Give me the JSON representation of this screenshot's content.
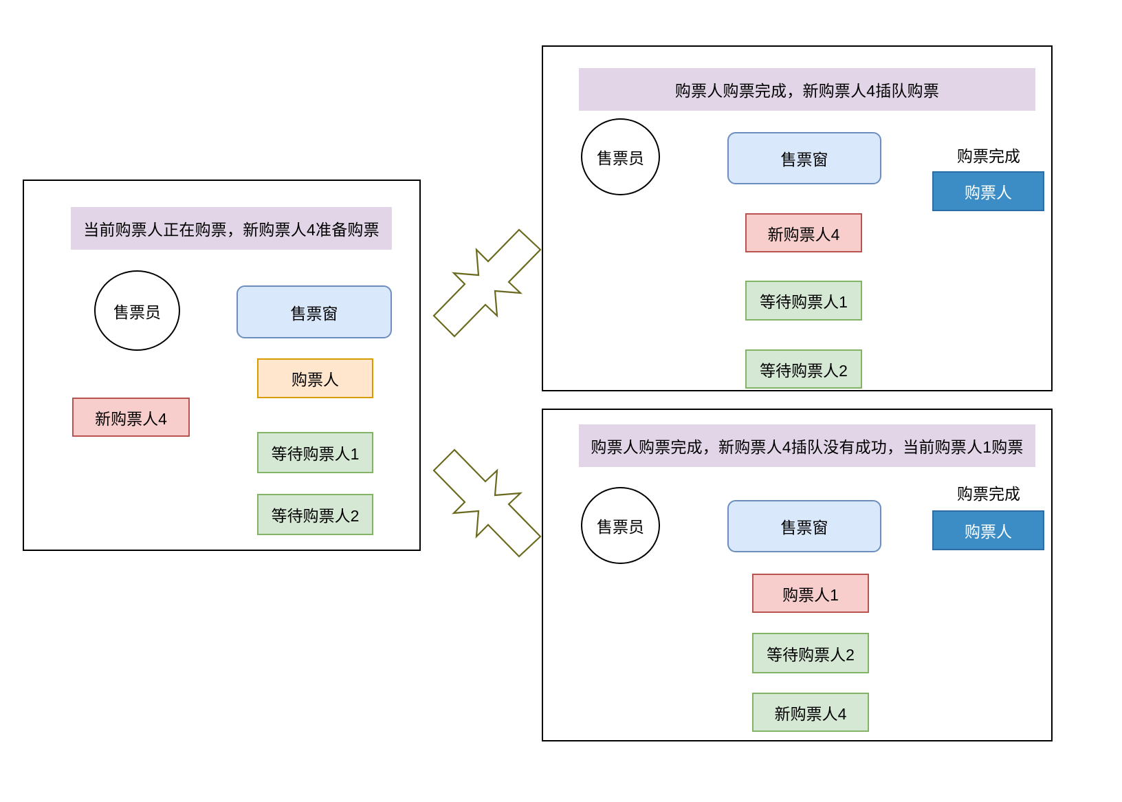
{
  "diagram": {
    "title_style": "ticket-queue-state-diagram",
    "colors": {
      "title_bar_fill": "#e1d5e7",
      "window_fill": "#dae8fc",
      "window_stroke": "#6c8ebf",
      "current_fill": "#ffe6cc",
      "current_stroke": "#d79b00",
      "waiting_fill": "#d5e8d4",
      "waiting_stroke": "#82b366",
      "new_fill": "#f8cecc",
      "new_stroke": "#b85450",
      "done_fill": "#3c8dc5",
      "done_text": "#ffffff",
      "arrow": "#6a6a1f",
      "panel_border": "#000000"
    },
    "panels": [
      {
        "id": "panel-initial",
        "title": "当前购票人正在购票，新购票人4准备购票",
        "clerk": "售票员",
        "window": "售票窗",
        "detached_node": "新购票人4",
        "queue": [
          {
            "label": "购票人",
            "style": "current"
          },
          {
            "label": "等待购票人1",
            "style": "waiting"
          },
          {
            "label": "等待购票人2",
            "style": "waiting"
          }
        ]
      },
      {
        "id": "panel-cut-in-success",
        "title": "购票人购票完成，新购票人4插队购票",
        "clerk": "售票员",
        "window": "售票窗",
        "done_label": "购票完成",
        "done_node": "购票人",
        "queue": [
          {
            "label": "新购票人4",
            "style": "new"
          },
          {
            "label": "等待购票人1",
            "style": "waiting"
          },
          {
            "label": "等待购票人2",
            "style": "waiting"
          }
        ]
      },
      {
        "id": "panel-cut-in-failed",
        "title": "购票人购票完成，新购票人4插队没有成功，当前购票人1购票",
        "clerk": "售票员",
        "window": "售票窗",
        "done_label": "购票完成",
        "done_node": "购票人",
        "queue": [
          {
            "label": "购票人1",
            "style": "new"
          },
          {
            "label": "等待购票人2",
            "style": "waiting"
          },
          {
            "label": "新购票人4",
            "style": "waiting"
          }
        ]
      }
    ],
    "transitions": [
      {
        "name": "branch-up-arrow",
        "direction": "up-right"
      },
      {
        "name": "branch-down-arrow",
        "direction": "down-right"
      }
    ]
  }
}
